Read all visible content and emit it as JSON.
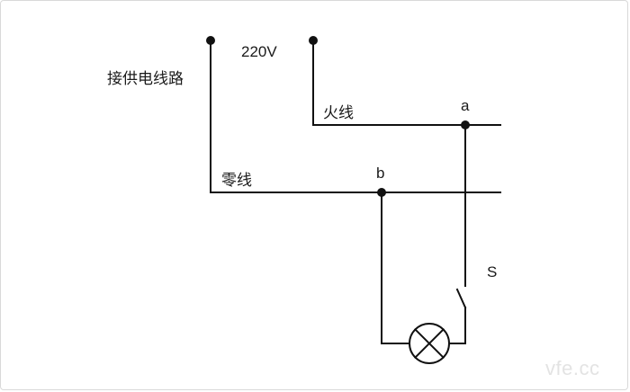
{
  "labels": {
    "supply_line": "接供电线路",
    "voltage": "220V",
    "live_wire": "火线",
    "neutral_wire": "零线",
    "node_a": "a",
    "node_b": "b",
    "switch": "S"
  },
  "watermark": "vfe.cc",
  "colors": {
    "wire": "#111111",
    "text": "#1a1a1a",
    "border": "#d9d9d9",
    "watermark": "#e3e3e3"
  }
}
